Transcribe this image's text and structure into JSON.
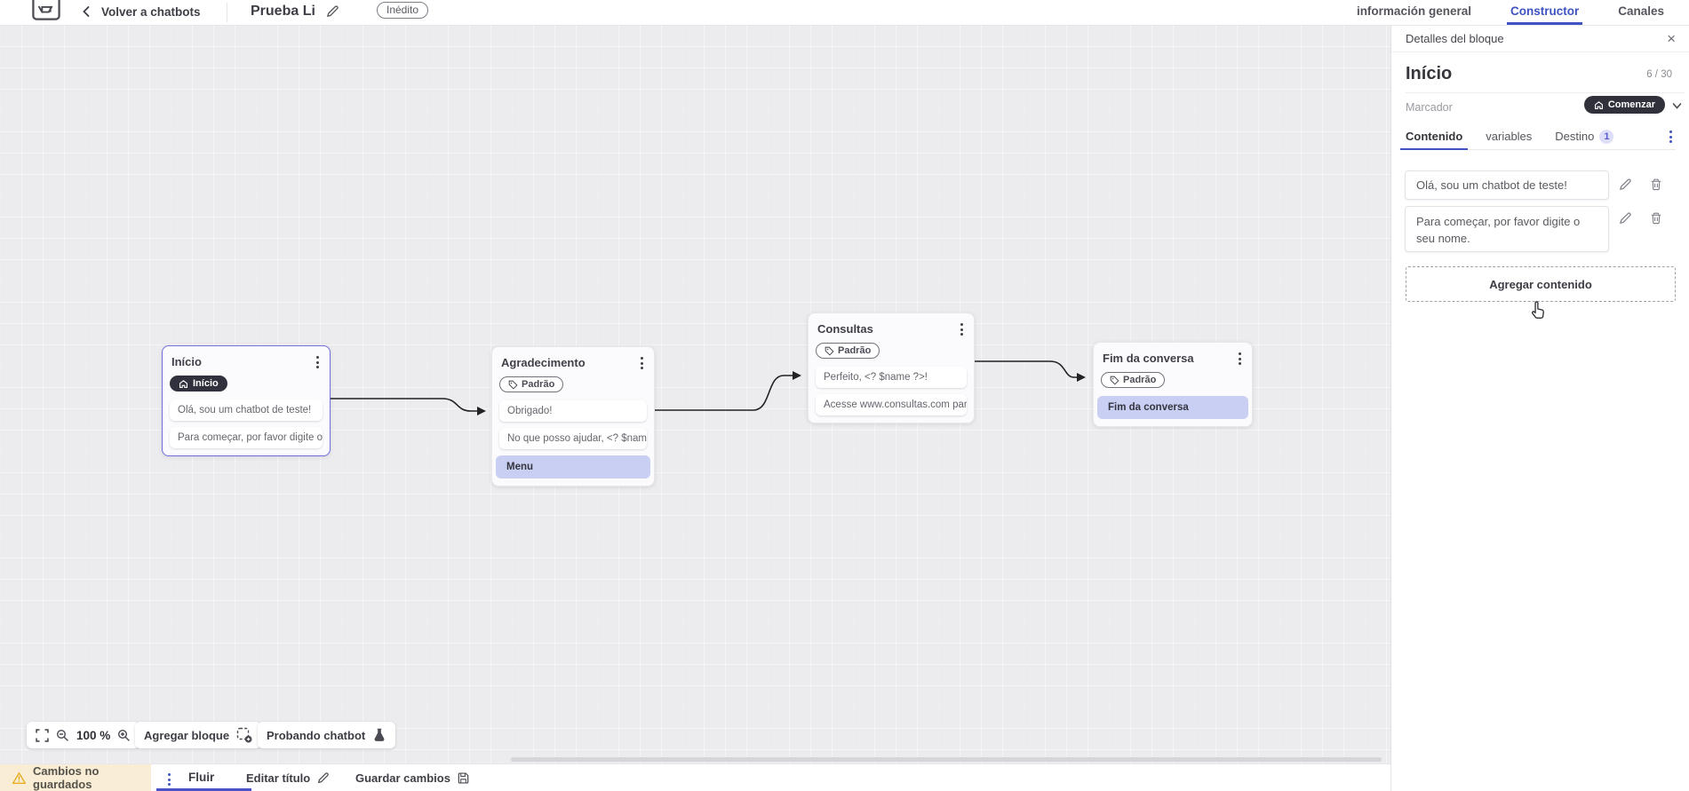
{
  "header": {
    "back_label": "Volver a chatbots",
    "title": "Prueba Li",
    "status_badge": "Inédito",
    "tabs": [
      {
        "label": "información general"
      },
      {
        "label": "Constructor"
      },
      {
        "label": "Canales"
      }
    ]
  },
  "canvas": {
    "zoom_level": "100 %",
    "add_block_label": "Agregar bloque",
    "test_chatbot_label": "Probando chatbot",
    "blocks": [
      {
        "title": "Início",
        "badge": "Início",
        "rows": [
          "Olá, sou um chatbot de teste!",
          "Para começar, por favor digite o …"
        ]
      },
      {
        "title": "Agradecimento",
        "badge": "Padrão",
        "rows": [
          "Obrigado!",
          "No que posso ajudar, <? $name …",
          "Menu"
        ]
      },
      {
        "title": "Consultas",
        "badge": "Padrão",
        "rows": [
          "Perfeito, <? $name ?>!",
          "Acesse www.consultas.com par…"
        ]
      },
      {
        "title": "Fim da conversa",
        "badge": "Padrão",
        "rows": [
          "Fim da conversa"
        ]
      }
    ]
  },
  "panel": {
    "header": "Detalles del bloque",
    "block_title": "Início",
    "counter": "6 / 30",
    "marker_label": "Marcador",
    "marker_value": "Comenzar",
    "tabs": [
      {
        "label": "Contenido"
      },
      {
        "label": "variables"
      },
      {
        "label": "Destino",
        "badge": "1"
      }
    ],
    "contents": [
      "Olá, sou um chatbot de teste!",
      "Para começar, por favor digite o seu nome."
    ],
    "add_content_label": "Agregar contenido"
  },
  "footer": {
    "unsaved_label": "Cambios no guardados",
    "flow_tab": "Fluir",
    "edit_title_label": "Editar título",
    "save_label": "Guardar cambios"
  },
  "icons": {
    "close": "×"
  },
  "colors": {
    "accent_blue": "#4053c2",
    "selected_block_border": "#6e6edd",
    "highlight_row": "#c9cff3",
    "dark_pill": "#31313b",
    "unsaved_bg": "#f9edd5",
    "warning_yellow": "#f2b826",
    "canvas_bg": "#ececee"
  }
}
